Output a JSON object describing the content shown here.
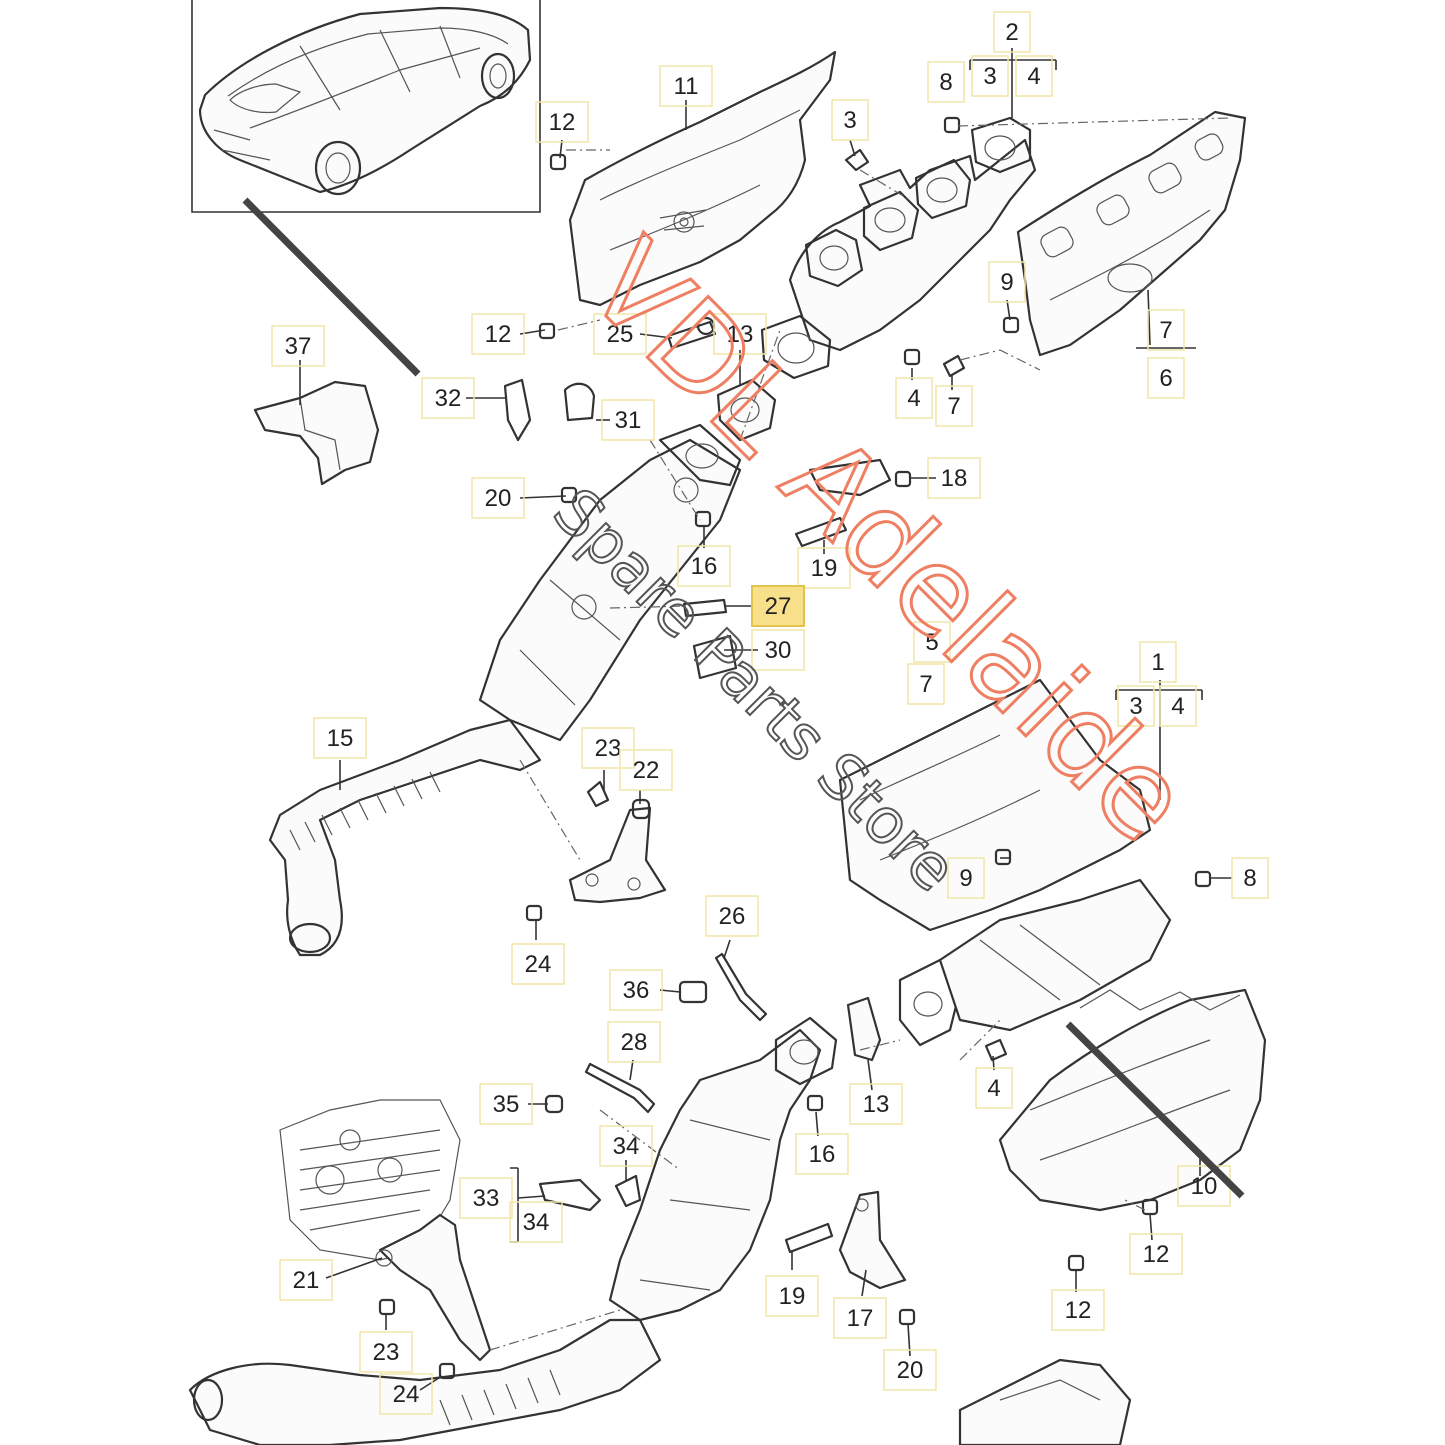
{
  "watermark": {
    "brand": "VDL Adelaide",
    "tagline": "Spare Parts Store",
    "brand_color": "#ee7f62",
    "tagline_color": "#555555"
  },
  "colors": {
    "highlight": "#f8e08a",
    "line": "#333333",
    "label_box": "#f0e6a8"
  },
  "callouts": [
    {
      "id": "c2",
      "text": "2"
    },
    {
      "id": "c3a",
      "text": "3"
    },
    {
      "id": "c4a",
      "text": "4"
    },
    {
      "id": "c8a",
      "text": "8"
    },
    {
      "id": "c11",
      "text": "11"
    },
    {
      "id": "c12a",
      "text": "12"
    },
    {
      "id": "c3b",
      "text": "3"
    },
    {
      "id": "c9a",
      "text": "9"
    },
    {
      "id": "c7a",
      "text": "7"
    },
    {
      "id": "c6",
      "text": "6"
    },
    {
      "id": "c37",
      "text": "37"
    },
    {
      "id": "c12b",
      "text": "12"
    },
    {
      "id": "c25",
      "text": "25"
    },
    {
      "id": "c13a",
      "text": "13"
    },
    {
      "id": "c4b",
      "text": "4"
    },
    {
      "id": "c7b",
      "text": "7"
    },
    {
      "id": "c32",
      "text": "32"
    },
    {
      "id": "c31",
      "text": "31"
    },
    {
      "id": "c18",
      "text": "18"
    },
    {
      "id": "c20a",
      "text": "20"
    },
    {
      "id": "c16a",
      "text": "16"
    },
    {
      "id": "c19a",
      "text": "19"
    },
    {
      "id": "c27",
      "text": "27",
      "highlighted": true
    },
    {
      "id": "c30",
      "text": "30"
    },
    {
      "id": "c5",
      "text": "5"
    },
    {
      "id": "c1",
      "text": "1"
    },
    {
      "id": "c7c",
      "text": "7"
    },
    {
      "id": "c3c",
      "text": "3"
    },
    {
      "id": "c4c",
      "text": "4"
    },
    {
      "id": "c15",
      "text": "15"
    },
    {
      "id": "c23a",
      "text": "23"
    },
    {
      "id": "c22",
      "text": "22"
    },
    {
      "id": "c9b",
      "text": "9"
    },
    {
      "id": "c8b",
      "text": "8"
    },
    {
      "id": "c24a",
      "text": "24"
    },
    {
      "id": "c26",
      "text": "26"
    },
    {
      "id": "c36",
      "text": "36"
    },
    {
      "id": "c28",
      "text": "28"
    },
    {
      "id": "c13b",
      "text": "13"
    },
    {
      "id": "c4d",
      "text": "4"
    },
    {
      "id": "c35",
      "text": "35"
    },
    {
      "id": "c34a",
      "text": "34"
    },
    {
      "id": "c16b",
      "text": "16"
    },
    {
      "id": "c10",
      "text": "10"
    },
    {
      "id": "c33",
      "text": "33"
    },
    {
      "id": "c34b",
      "text": "34"
    },
    {
      "id": "c12c",
      "text": "12"
    },
    {
      "id": "c21",
      "text": "21"
    },
    {
      "id": "c19b",
      "text": "19"
    },
    {
      "id": "c17",
      "text": "17"
    },
    {
      "id": "c12d",
      "text": "12"
    },
    {
      "id": "c23b",
      "text": "23"
    },
    {
      "id": "c20b",
      "text": "20"
    },
    {
      "id": "c24b",
      "text": "24"
    }
  ]
}
